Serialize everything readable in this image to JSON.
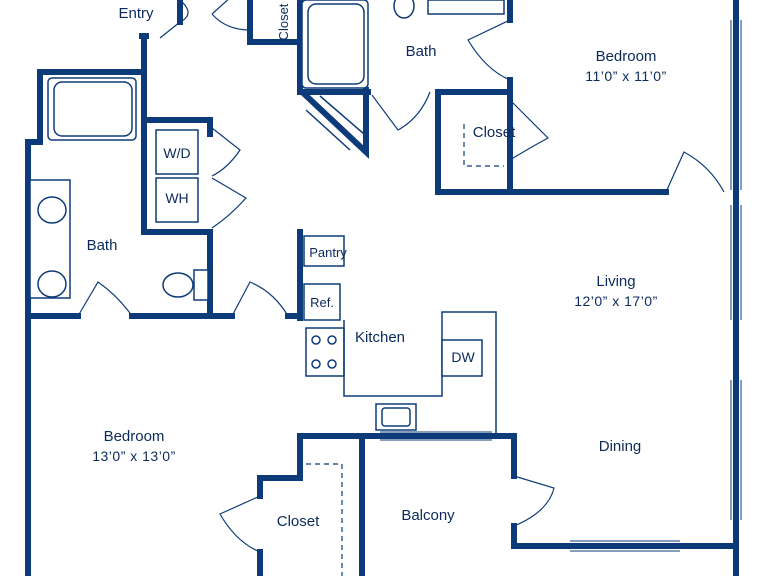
{
  "rooms": {
    "entry": "Entry",
    "closet_top": "Closet",
    "bath_top": "Bath",
    "bedroom_right": {
      "name": "Bedroom",
      "dim": "11’0” x 11’0”"
    },
    "closet_right": "Closet",
    "bath_left": "Bath",
    "living": {
      "name": "Living",
      "dim": "12’0” x 17’0”"
    },
    "kitchen": "Kitchen",
    "dining": "Dining",
    "bedroom_left": {
      "name": "Bedroom",
      "dim": "13’0” x 13’0”"
    },
    "closet_bottom": "Closet",
    "balcony": "Balcony"
  },
  "fixtures": {
    "washer_dryer": "W/D",
    "water_heater": "WH",
    "pantry": "Pantry",
    "refrigerator": "Ref.",
    "dishwasher": "DW"
  },
  "colors": {
    "wall": "#0d3b7a",
    "text": "#0b2a5b",
    "background": "#ffffff"
  }
}
